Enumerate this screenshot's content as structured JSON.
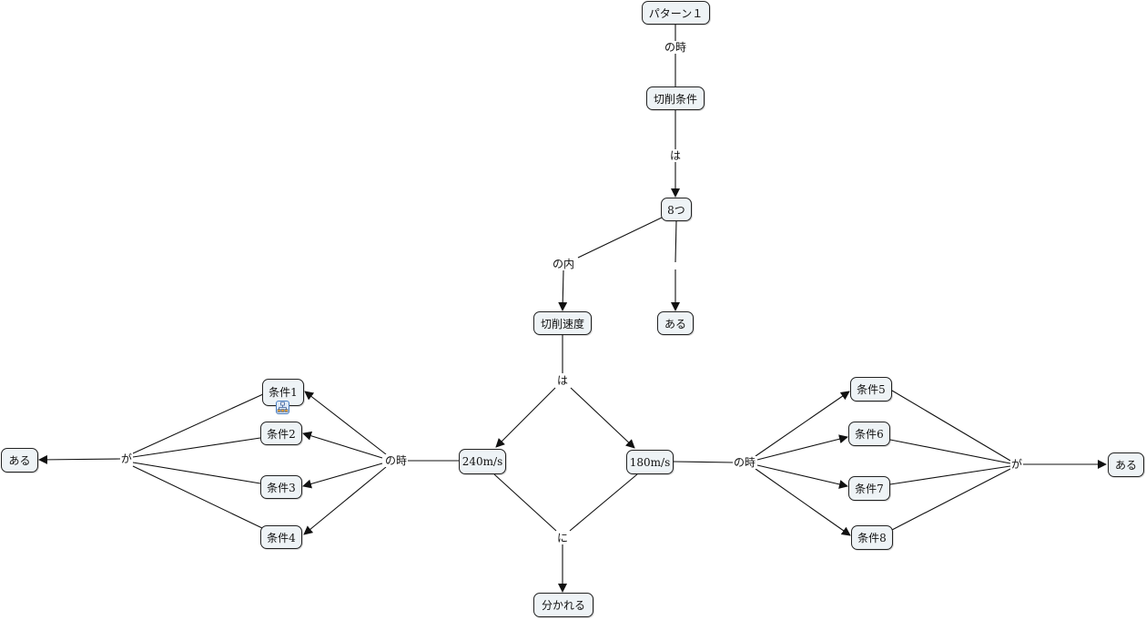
{
  "nodes": {
    "pattern1": "パターン１",
    "cutting_conditions": "切削条件",
    "eight": "8つ",
    "cutting_speed": "切削速度",
    "aru_top": "ある",
    "speed_240": "240m/s",
    "speed_180": "180m/s",
    "divided": "分かれる",
    "cond1": "条件1",
    "cond2": "条件2",
    "cond3": "条件3",
    "cond4": "条件4",
    "cond5": "条件5",
    "cond6": "条件6",
    "cond7": "条件7",
    "cond8": "条件8",
    "aru_left": "ある",
    "aru_right": "ある"
  },
  "links": {
    "no_toki_top": "の時",
    "wa_top": "は",
    "no_uchi": "の内",
    "wa_mid": "は",
    "ni": "に",
    "no_toki_left": "の時",
    "no_toki_right": "の時",
    "ga_left": "が",
    "ga_right": "が"
  },
  "icons": {
    "cond1_attachment": "hierarchy-icon"
  },
  "colors": {
    "node_fill": "#eef3f6",
    "line": "#111111",
    "icon_blue": "#4a7ec0"
  }
}
